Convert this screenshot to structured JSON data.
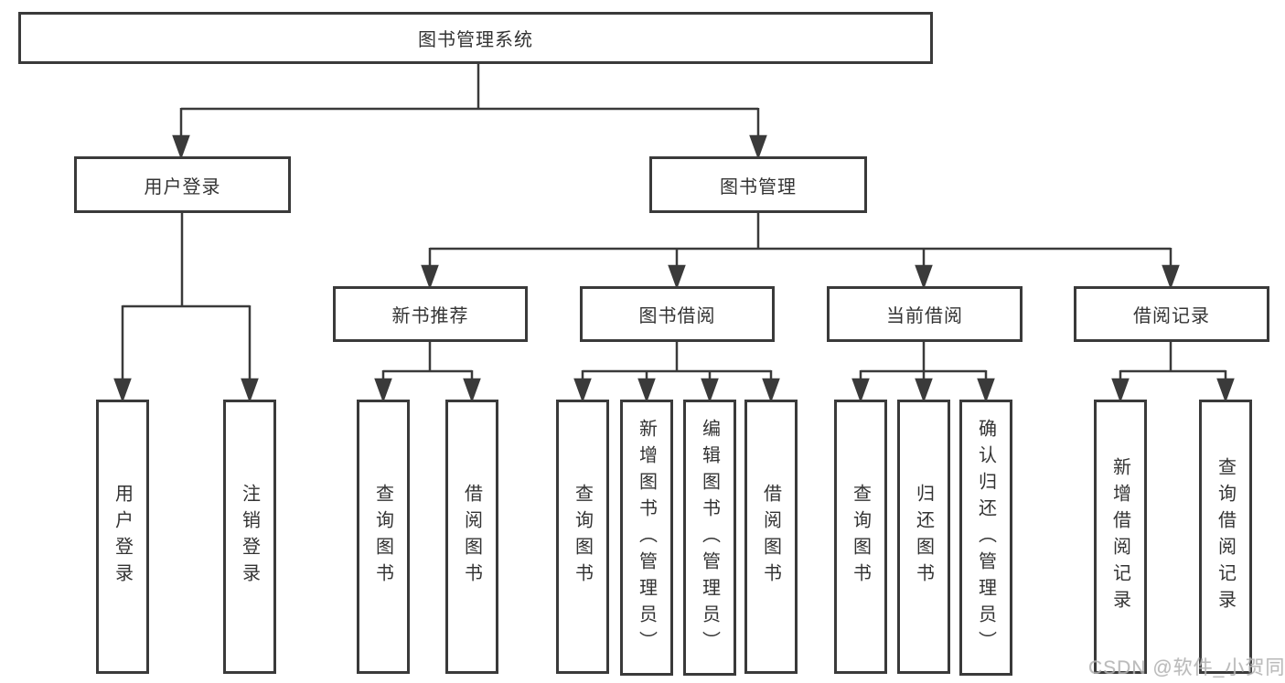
{
  "diagram": {
    "title": "图书管理系统",
    "root": {
      "label": "图书管理系统"
    },
    "level2": [
      {
        "label": "用户登录"
      },
      {
        "label": "图书管理"
      }
    ],
    "level3": [
      {
        "label": "新书推荐",
        "parent": "图书管理"
      },
      {
        "label": "图书借阅",
        "parent": "图书管理"
      },
      {
        "label": "当前借阅",
        "parent": "图书管理"
      },
      {
        "label": "借阅记录",
        "parent": "图书管理"
      }
    ],
    "leaves": [
      {
        "label": "用户登录",
        "parent": "用户登录"
      },
      {
        "label": "注销登录",
        "parent": "用户登录"
      },
      {
        "label": "查询图书",
        "parent": "新书推荐"
      },
      {
        "label": "借阅图书",
        "parent": "新书推荐"
      },
      {
        "label": "查询图书",
        "parent": "图书借阅"
      },
      {
        "label": "新增图书（管理员）",
        "parent": "图书借阅"
      },
      {
        "label": "编辑图书（管理员）",
        "parent": "图书借阅"
      },
      {
        "label": "借阅图书",
        "parent": "图书借阅"
      },
      {
        "label": "查询图书",
        "parent": "当前借阅"
      },
      {
        "label": "归还图书",
        "parent": "当前借阅"
      },
      {
        "label": "确认归还（管理员）",
        "parent": "当前借阅"
      },
      {
        "label": "新增借阅记录",
        "parent": "借阅记录"
      },
      {
        "label": "查询借阅记录",
        "parent": "借阅记录"
      }
    ]
  },
  "watermark": "CSDN @软件_小贺同学",
  "colors": {
    "line": "#3a3a3a",
    "border": "#3a3a3a",
    "text": "#333333",
    "watermark": "#b0b0b0",
    "background": "#ffffff"
  }
}
